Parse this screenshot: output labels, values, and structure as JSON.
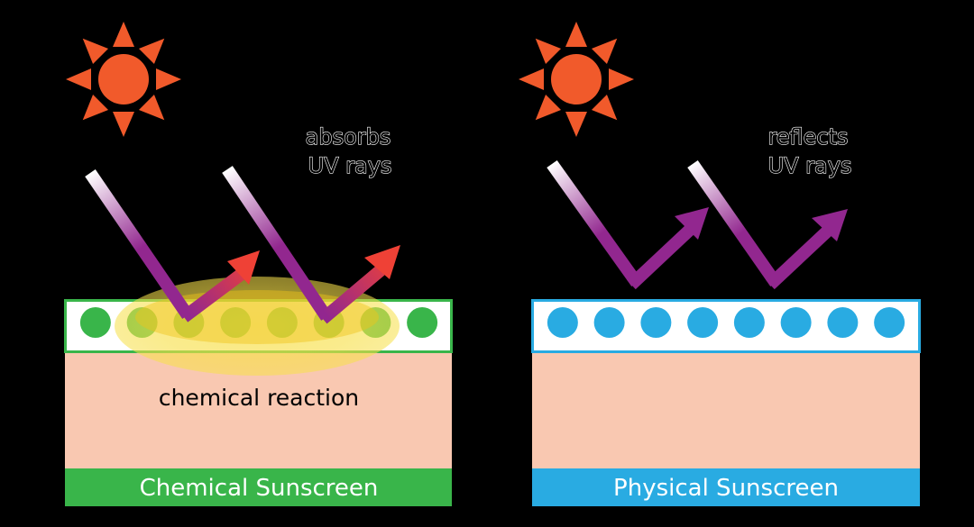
{
  "panels": {
    "chemical": {
      "title": "Chemical Sunscreen",
      "process_label": "chemical reaction",
      "action_line1": "absorbs",
      "action_line2": "UV rays",
      "particle_count": 8
    },
    "physical": {
      "title": "Physical Sunscreen",
      "action_line1": "reflects",
      "action_line2": "UV rays",
      "particle_count": 8
    }
  },
  "colors": {
    "background": "#000000",
    "sun": "#f15a2b",
    "skin": "#f9c8b1",
    "chemical_green": "#39b54a",
    "physical_blue": "#29abe2",
    "ray_purple": "#92278f",
    "ray_red": "#ef4136",
    "glow_yellow": "#f7e04b",
    "label_text": "#000000",
    "label_text_light": "#ffffff"
  },
  "icons": [
    "sun-icon",
    "uv-ray-arrow-icon"
  ]
}
